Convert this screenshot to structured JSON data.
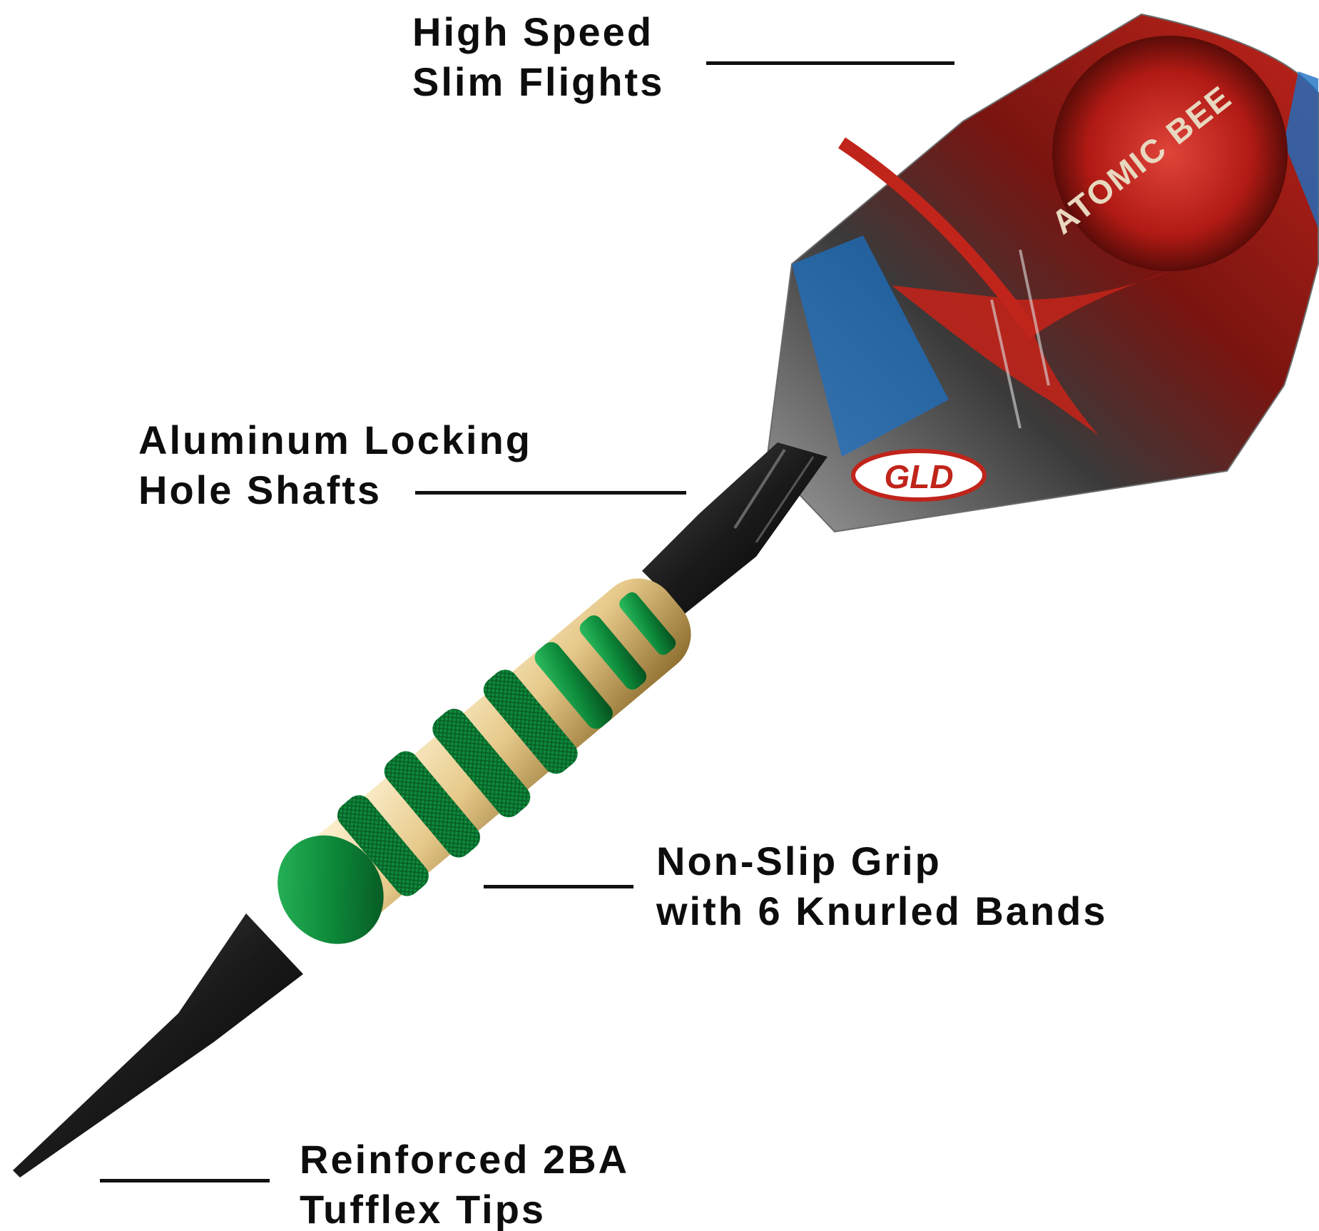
{
  "callouts": {
    "flights": {
      "line1": "High Speed",
      "line2": "Slim Flights"
    },
    "shafts": {
      "line1": "Aluminum Locking",
      "line2": "Hole Shafts"
    },
    "grip": {
      "line1": "Non-Slip Grip",
      "line2": "with 6 Knurled Bands"
    },
    "tips": {
      "line1": "Reinforced 2BA",
      "line2": "Tufflex Tips"
    }
  },
  "flight_art": {
    "text": "ATOMIC BEE",
    "logo": "GLD"
  },
  "colors": {
    "text": "#0d0d0d",
    "barrel_green": "#0d8a3a",
    "barrel_gold": "#e6c98a",
    "shaft_black": "#1a1a1a",
    "flight_red": "#c0241a",
    "flight_blue": "#1e6fc2"
  },
  "icons": [
    "dart-illustration",
    "gld-logo"
  ]
}
